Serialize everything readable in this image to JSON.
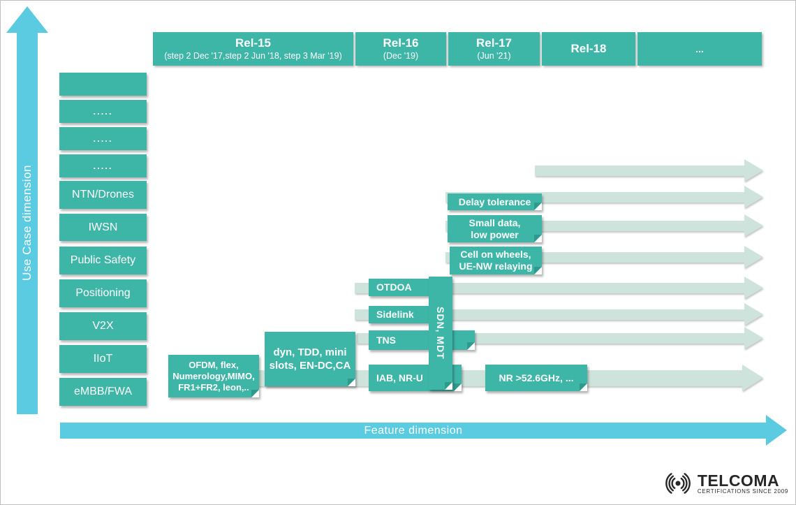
{
  "timeline": {
    "releases": [
      {
        "name": "Rel-15",
        "sub": "(step 2 Dec '17,step 2 Jun '18, step 3 Mar '19)"
      },
      {
        "name": "Rel-16",
        "sub": "(Dec '19)"
      },
      {
        "name": "Rel-17",
        "sub": "(Jun '21)"
      },
      {
        "name": "Rel-18",
        "sub": ""
      },
      {
        "name": "...",
        "sub": ""
      }
    ]
  },
  "axes": {
    "y_label": "Use Case dimension",
    "x_label": "Feature dimension"
  },
  "use_cases": [
    "",
    ".....",
    ".....",
    ".....",
    "NTN/Drones",
    "IWSN",
    "Public Safety",
    "Positioning",
    "V2X",
    "IIoT",
    "eMBB/FWA"
  ],
  "features": {
    "ofdm": {
      "label": "OFDM, flex,\nNumerology,MIMO,\nFR1+FR2, leon,.."
    },
    "dyn_tdd": {
      "label": "dyn, TDD, mini\nslots, EN-DC,CA"
    },
    "otdoa": {
      "label": "OTDOA"
    },
    "sidelink": {
      "label": "Sidelink"
    },
    "tns": {
      "label": "TNS"
    },
    "iab_nru": {
      "label": "IAB, NR-U"
    },
    "sdn_mdt": {
      "label": "SDN, MDT"
    },
    "nr_52": {
      "label": "NR >52.6GHz, ..."
    },
    "delay_tolerance": {
      "label": "Delay tolerance"
    },
    "small_data": {
      "label": "Small data,\nlow power"
    },
    "cell_on_wheels": {
      "label": "Cell on wheels,\nUE-NW relaying"
    }
  },
  "logo": {
    "name": "TELCOMA",
    "tagline": "CERTIFICATIONS SINCE 2009"
  },
  "colors": {
    "teal": "#3db5a7",
    "arrow_mint": "#cfe3dd",
    "axis_blue": "#5bcbe2",
    "logo_dark": "#272727"
  }
}
